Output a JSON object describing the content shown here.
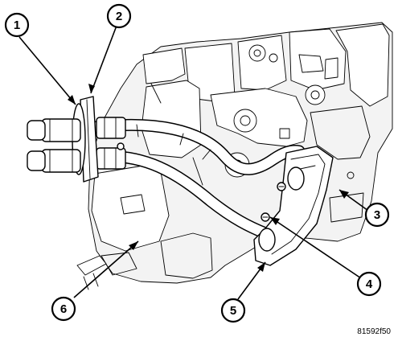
{
  "figure_id": "81592f50",
  "callouts": [
    {
      "number": "1"
    },
    {
      "number": "2"
    },
    {
      "number": "3"
    },
    {
      "number": "4"
    },
    {
      "number": "5"
    },
    {
      "number": "6"
    }
  ],
  "colors": {
    "ink": "#000000",
    "paper": "#ffffff"
  }
}
